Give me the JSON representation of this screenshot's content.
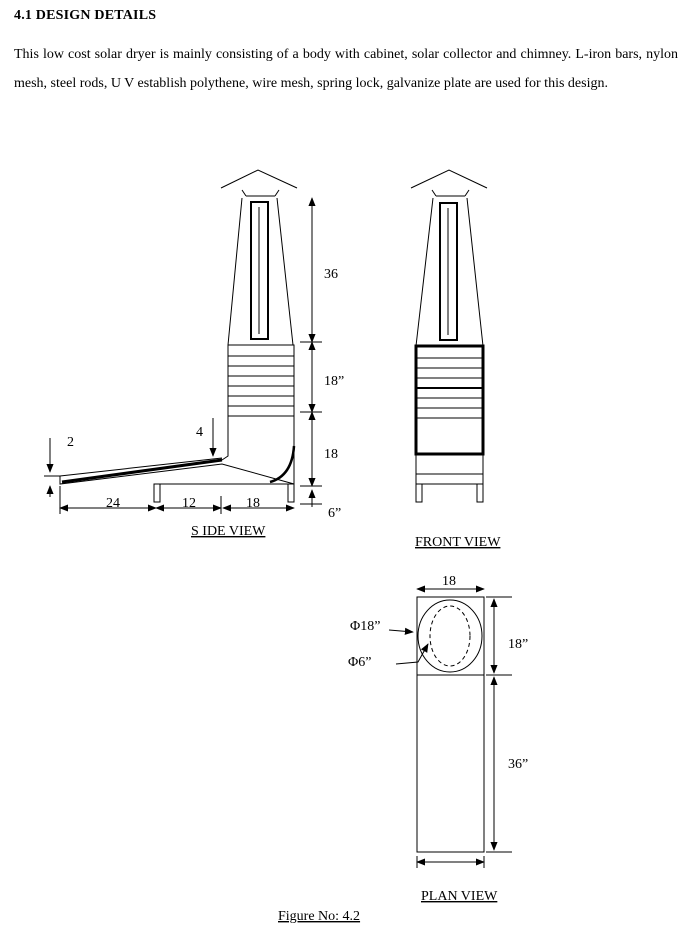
{
  "section": {
    "heading": "4.1 DESIGN DETAILS",
    "paragraph": "This low cost solar dryer is mainly consisting of a body with cabinet, solar collector and chimney. L-iron bars, nylon mesh, steel rods, U V establish polythene, wire mesh, spring lock, galvanize plate are used for this design."
  },
  "figure": {
    "caption": "Figure No: 4.2",
    "side_view": {
      "label": "S IDE VIEW",
      "dims": {
        "chimney_height": "36",
        "cabinet_height": "18”",
        "base_height": "18",
        "leg_height": "6”",
        "collector_rise": "2",
        "collector_drop": "4",
        "collector_length": "24",
        "gap_length": "12",
        "body_depth": "18"
      }
    },
    "front_view": {
      "label": "FRONT VIEW"
    },
    "plan_view": {
      "label": "PLAN VIEW",
      "dims": {
        "width": "18",
        "outer_diameter": "Φ18”",
        "inner_diameter": "Φ6”",
        "top_section": "18”",
        "bottom_section": "36”"
      }
    }
  }
}
